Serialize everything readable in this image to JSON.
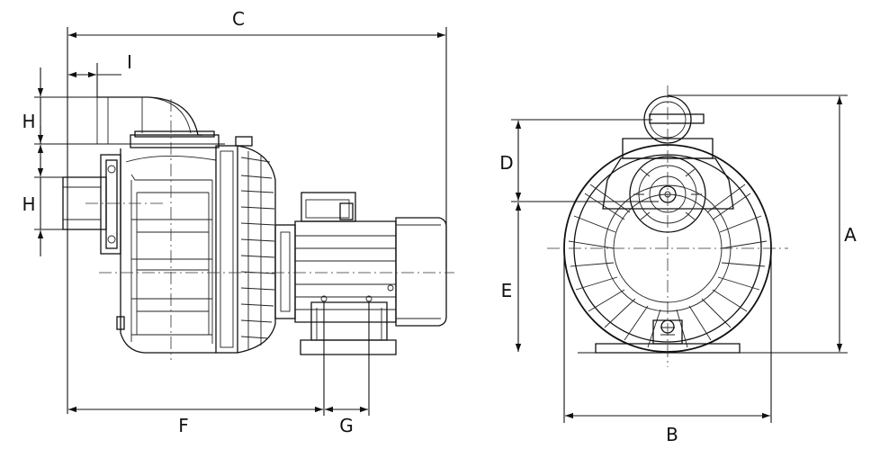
{
  "dimensions": {
    "A": "A",
    "B": "B",
    "C": "C",
    "D": "D",
    "E": "E",
    "F": "F",
    "G": "G",
    "H_top": "H",
    "H_bottom": "H",
    "I": "I"
  }
}
